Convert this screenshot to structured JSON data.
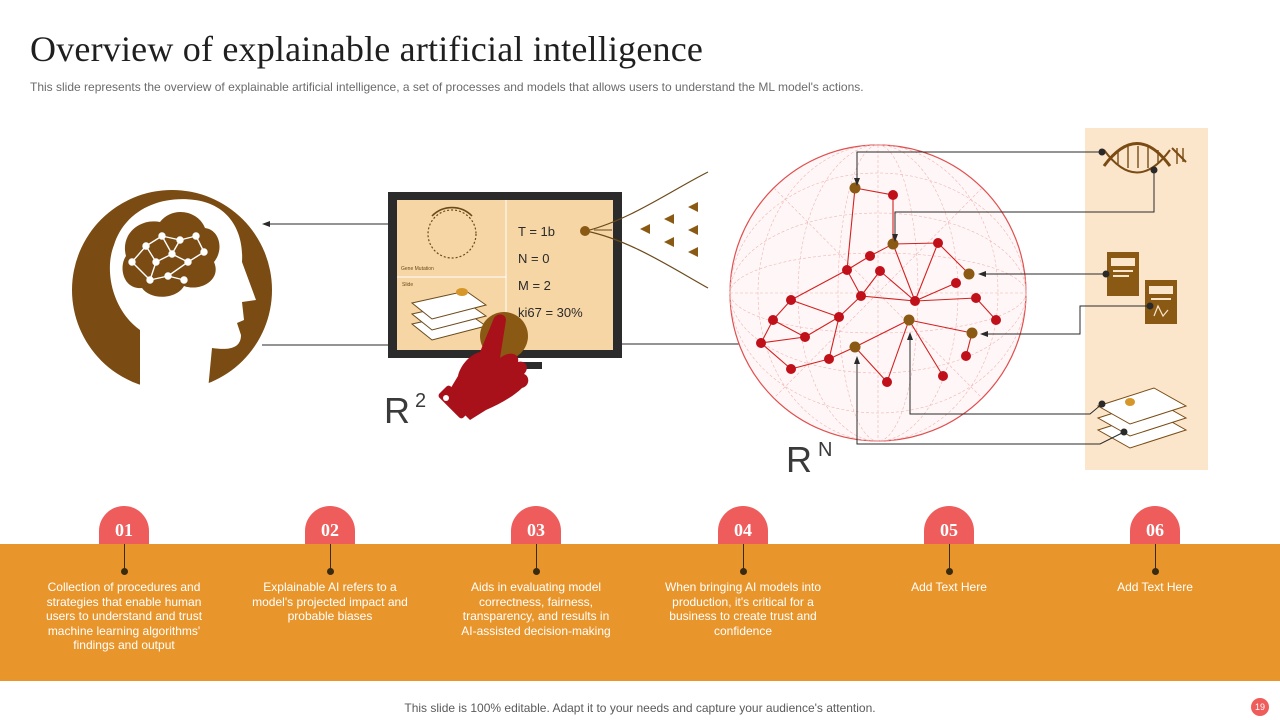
{
  "slide": {
    "title": "Overview of explainable artificial intelligence",
    "subtitle": "This slide represents the overview of explainable artificial intelligence, a set of processes and models that allows users to understand the ML model's actions.",
    "footer": "This slide is 100% editable. Adapt it to your needs and capture your audience's attention.",
    "page_number": "19"
  },
  "diagram": {
    "monitor": {
      "params": [
        "T = 1b",
        "N = 0",
        "M = 2",
        "ki67 = 30%"
      ],
      "gene_label": "Gene Mutation",
      "slide_label": "Slide"
    },
    "labels": {
      "r_small": "R",
      "r_small_exp": "2",
      "r_large": "R",
      "r_large_exp": "N"
    },
    "icons": [
      "brain-head-icon",
      "monitor-icon",
      "pointing-hand-icon",
      "network-sphere-icon",
      "dna-icon",
      "report-book-icon",
      "slide-stack-icon"
    ],
    "colors": {
      "brown": "#7a4b12",
      "panel": "#fbe6cc",
      "monitor_screen": "#f7d6a6",
      "node_red": "#c0101a",
      "node_brown": "#8a5a14",
      "accent_orange": "#e8962c",
      "badge_red": "#ee5c5c"
    }
  },
  "steps": [
    {
      "number": "01",
      "text": "Collection of procedures and strategies that enable human users to understand and trust machine learning algorithms' findings and output"
    },
    {
      "number": "02",
      "text": "Explainable AI refers to a model's projected impact and probable biases"
    },
    {
      "number": "03",
      "text": "Aids in evaluating model correctness, fairness, transparency, and results in AI-assisted decision-making"
    },
    {
      "number": "04",
      "text": "When bringing AI models into production, it's critical for a business to create trust and confidence"
    },
    {
      "number": "05",
      "text": "Add Text Here"
    },
    {
      "number": "06",
      "text": "Add Text Here"
    }
  ]
}
